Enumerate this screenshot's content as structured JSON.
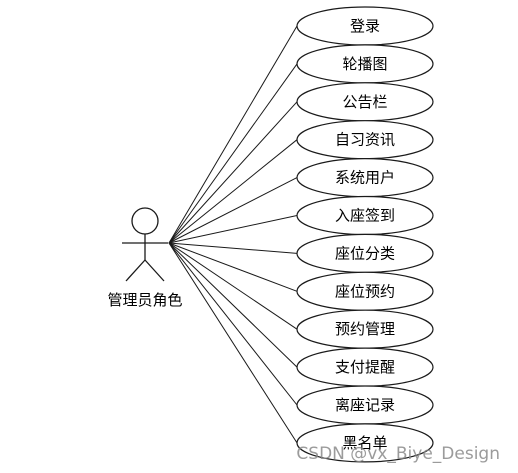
{
  "actor": {
    "label": "管理员角色"
  },
  "use_cases": [
    {
      "label": "登录"
    },
    {
      "label": "轮播图"
    },
    {
      "label": "公告栏"
    },
    {
      "label": "自习资讯"
    },
    {
      "label": "系统用户"
    },
    {
      "label": "入座签到"
    },
    {
      "label": "座位分类"
    },
    {
      "label": "座位预约"
    },
    {
      "label": "预约管理"
    },
    {
      "label": "支付提醒"
    },
    {
      "label": "离座记录"
    },
    {
      "label": "黑名单"
    }
  ],
  "watermark": {
    "text": "CSDN @vx_Biye_Design"
  },
  "colors": {
    "ellipse_fill": "#ffffff",
    "stroke": "#1a1a1a",
    "text": "#000000",
    "watermark": "#8a8a8a"
  }
}
